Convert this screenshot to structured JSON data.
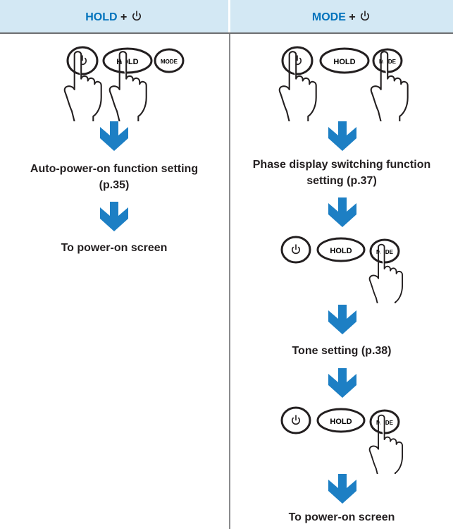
{
  "left_column": {
    "header": {
      "key": "HOLD",
      "plus": "+"
    },
    "buttons": {
      "hold": "HOLD",
      "mode": "MODE"
    },
    "step1_line1": "Auto-power-on function setting",
    "step1_line2": "(p.35)",
    "step2": "To power-on screen"
  },
  "right_column": {
    "header": {
      "key": "MODE",
      "plus": "+"
    },
    "buttons": {
      "hold": "HOLD",
      "mode": "MODE"
    },
    "step1_line1": "Phase display switching function",
    "step1_line2": "setting (p.37)",
    "step2": "Tone setting (p.38)",
    "step3": "To power-on screen"
  },
  "colors": {
    "header_bg": "#d3e8f4",
    "accent": "#0072bc",
    "arrow": "#1d7fc4"
  },
  "icons": [
    "power-icon",
    "hand-pointer-icon",
    "down-arrow-icon"
  ]
}
